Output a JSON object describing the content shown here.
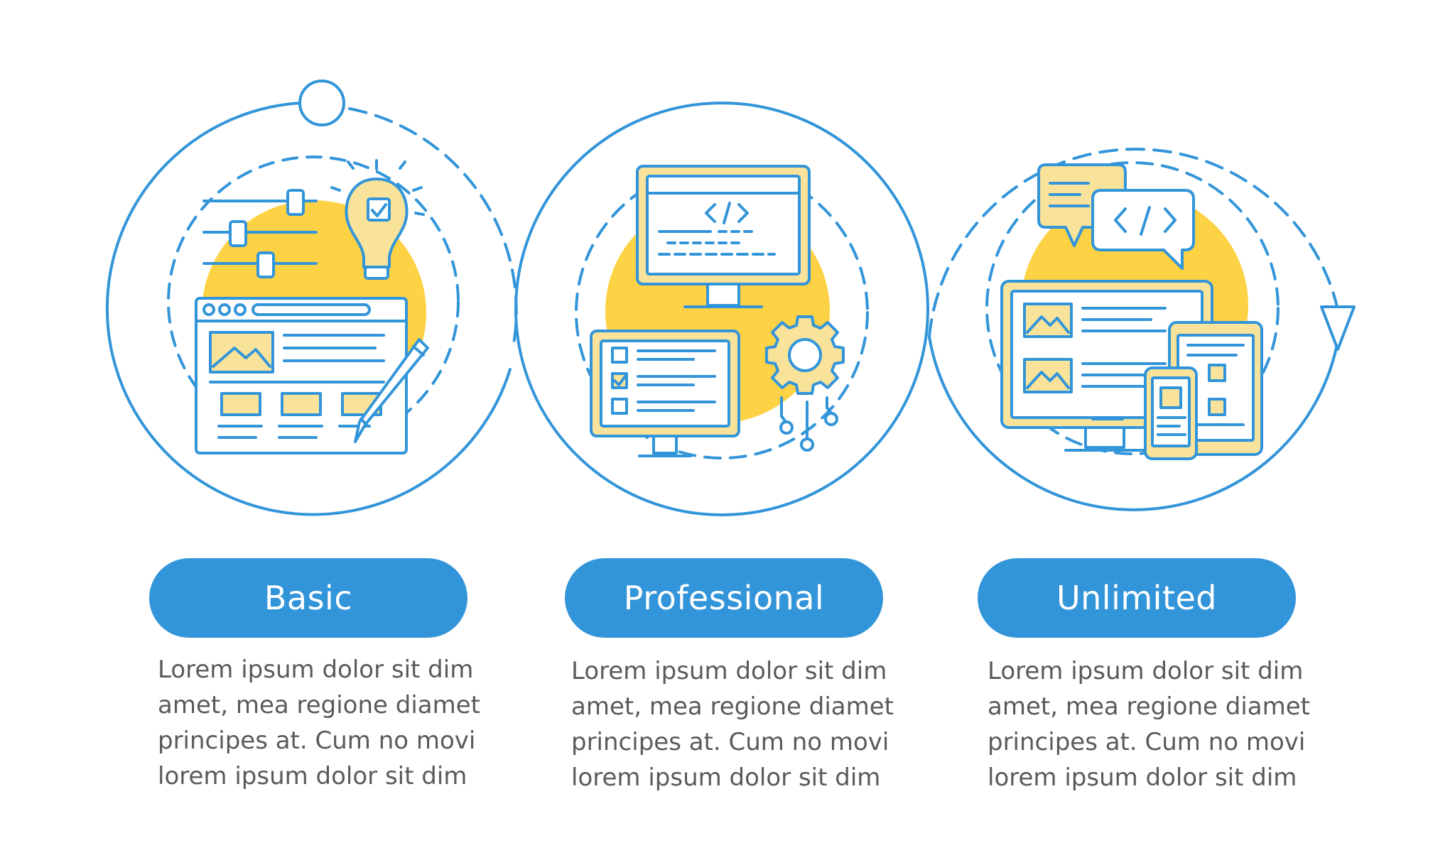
{
  "palette": {
    "primary_blue": "#3395d9",
    "accent_yellow": "#fdd244",
    "pale_yellow": "#f9e39a",
    "text_gray": "#5a5a5a",
    "background": "#ffffff"
  },
  "steps": [
    {
      "title": "Basic",
      "icon": "website-builder-icon",
      "lines": [
        "Lorem ipsum dolor sit dim",
        "amet, mea regione diamet",
        "principes at. Cum no movi",
        "lorem ipsum dolor sit dim"
      ]
    },
    {
      "title": "Professional",
      "icon": "web-development-icon",
      "lines": [
        "Lorem ipsum dolor sit dim",
        "amet, mea regione diamet",
        "principes at. Cum no movi",
        "lorem ipsum dolor sit dim"
      ]
    },
    {
      "title": "Unlimited",
      "icon": "responsive-devices-icon",
      "lines": [
        "Lorem ipsum dolor sit dim",
        "amet, mea regione diamet",
        "principes at. Cum no movi",
        "lorem ipsum dolor sit dim"
      ]
    }
  ]
}
